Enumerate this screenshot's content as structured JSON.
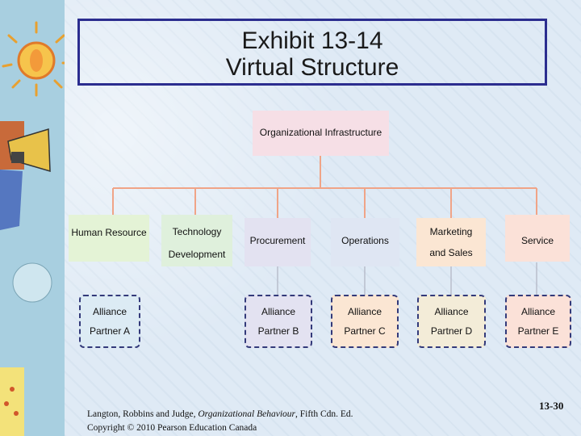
{
  "title": {
    "line1": "Exhibit 13-14",
    "line2": "Virtual Structure"
  },
  "infrastructure": "Organizational Infrastructure",
  "functions": [
    {
      "line1": "Human Resource",
      "line2": ""
    },
    {
      "line1": "Technology",
      "line2": "Development"
    },
    {
      "line1": "Procurement",
      "line2": ""
    },
    {
      "line1": "Operations",
      "line2": ""
    },
    {
      "line1": "Marketing",
      "line2": "and Sales"
    },
    {
      "line1": "Service",
      "line2": ""
    }
  ],
  "partners": [
    {
      "line1": "Alliance",
      "line2": "Partner A"
    },
    {
      "line1": "Alliance",
      "line2": "Partner B"
    },
    {
      "line1": "Alliance",
      "line2": "Partner C"
    },
    {
      "line1": "Alliance",
      "line2": "Partner D"
    },
    {
      "line1": "Alliance",
      "line2": "Partner E"
    }
  ],
  "footer": {
    "prefix": "Langton, Robbins and Judge, ",
    "book": "Organizational Behaviour",
    "suffix": ", Fifth Cdn. Ed.",
    "copyright": "Copyright © 2010 Pearson Education Canada"
  },
  "page_number": "13-30",
  "colors": {
    "title_border": "#2b2d8f",
    "connector": "#f0a487",
    "infra_fill": "#f6dfe6",
    "function_fills": [
      "#e4f3d6",
      "#dff0dc",
      "#e3e2f1",
      "#dfe6f3",
      "#fbe6d3",
      "#fbe1d8"
    ],
    "partner_border": "#333a7a"
  }
}
